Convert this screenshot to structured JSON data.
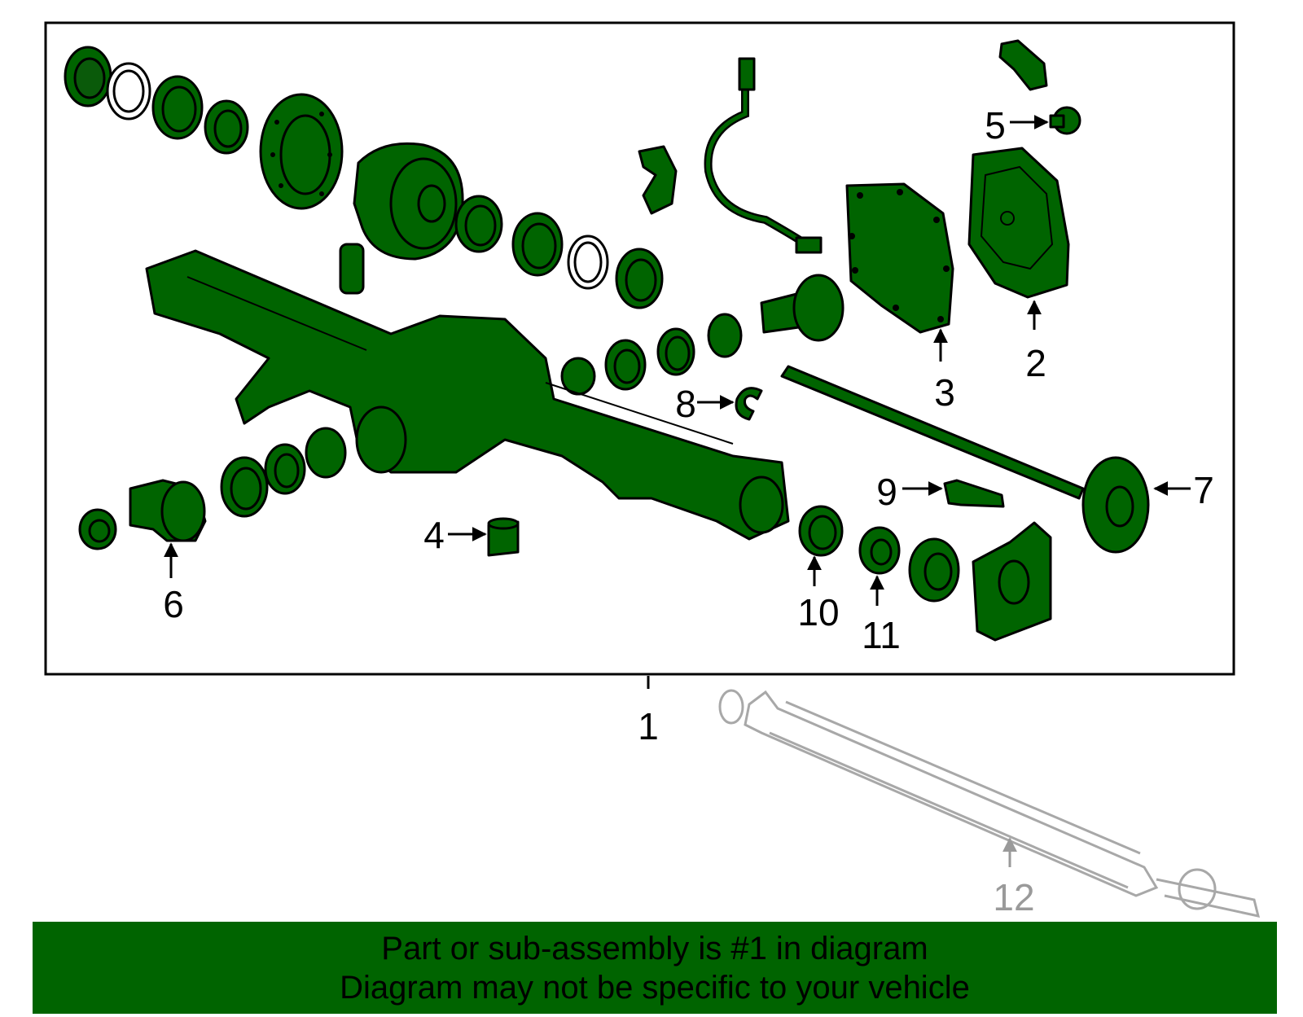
{
  "colors": {
    "highlight": "#006400",
    "outline": "#000000",
    "ghost": "#a8a8a8",
    "background": "#ffffff"
  },
  "callouts": {
    "c1": "1",
    "c2": "2",
    "c3": "3",
    "c4": "4",
    "c5": "5",
    "c6": "6",
    "c7": "7",
    "c8": "8",
    "c9": "9",
    "c10": "10",
    "c11": "11",
    "c12": "12"
  },
  "banner": {
    "line1": "Part or sub-assembly is #1 in diagram",
    "line2": "Diagram may not be specific to your vehicle"
  }
}
